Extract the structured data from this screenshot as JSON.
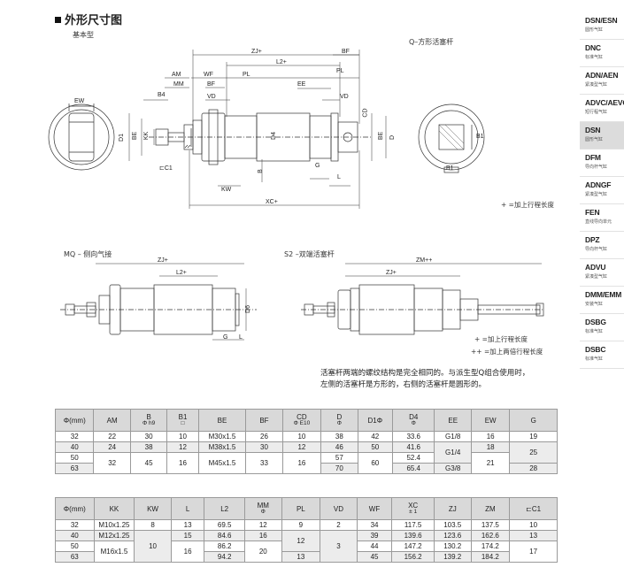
{
  "section_title": "外形尺寸图",
  "basic_type_label": "基本型",
  "q_label": "Q–方形活塞杆",
  "mq_label": "MQ – 侧向气接",
  "s2_label": "S2 –双端活塞杆",
  "dims_top": {
    "zj": "ZJ+",
    "bf": "BF",
    "l2": "L2+",
    "am": "AM",
    "wf": "WF",
    "pl": "PL",
    "mm": "MM",
    "bf2": "BF",
    "b4": "B4",
    "vd": "VD",
    "ee": "EE",
    "pl2": "PL",
    "vd2": "VD",
    "cd": "CD",
    "d1": "D1",
    "be": "BE",
    "kk": "KK",
    "d4": "D4",
    "b": "B",
    "g": "G",
    "l": "L",
    "c1": "⊏C1",
    "kw": "KW",
    "xc": "XC+",
    "ew": "EW",
    "be2": "BE",
    "d": "D",
    "b1": "B1",
    "b1b": "B1"
  },
  "dims_bottom": {
    "zj": "ZJ+",
    "l2": "L2+",
    "d6": "D6",
    "g": "G",
    "l": "L",
    "zm": "ZM++",
    "zj2": "ZJ+"
  },
  "legend_plus": "+ =加上行程长度",
  "legend_plus2": "+ =加上行程长度",
  "legend_plusplus": "++ =加上两倍行程长度",
  "note_line1": "活塞杆两端的螺纹结构是完全相同的。与派生型Q组合使用时，",
  "note_line2": "左侧的活塞杆是方形的，右侧的活塞杆是圆形的。",
  "sidebar": [
    {
      "code": "DSN/ESN",
      "desc": "圆形气缸"
    },
    {
      "code": "DNC",
      "desc": "标准气缸"
    },
    {
      "code": "ADN/AEN",
      "desc": "紧凑型气缸"
    },
    {
      "code": "ADVC/AEVC",
      "desc": "短行程气缸"
    },
    {
      "code": "DSN",
      "desc": "圆形气缸"
    },
    {
      "code": "DFM",
      "desc": "导向杆气缸"
    },
    {
      "code": "ADNGF",
      "desc": "紧凑型气缸"
    },
    {
      "code": "FEN",
      "desc": "直线导向单元"
    },
    {
      "code": "DPZ",
      "desc": "导向杆气缸"
    },
    {
      "code": "ADVU",
      "desc": "紧凑型气缸"
    },
    {
      "code": "DMM/EMM",
      "desc": "安装气缸"
    },
    {
      "code": "DSBG",
      "desc": "标准气缸"
    },
    {
      "code": "DSBC",
      "desc": "标准气缸"
    }
  ],
  "table1": {
    "headers": [
      "Φ(mm)",
      "AM",
      "B",
      "B1",
      "BE",
      "BF",
      "CD",
      "D",
      "D1Φ",
      "D4",
      "EE",
      "EW",
      "G"
    ],
    "subs": [
      "",
      "",
      "Φ h9",
      "□",
      "",
      "",
      "Φ E10",
      "Φ",
      "",
      "Φ",
      "",
      "",
      ""
    ],
    "rows": [
      [
        "32",
        "22",
        "30",
        "10",
        "M30x1.5",
        "26",
        "10",
        "38",
        "42",
        "33.6",
        "G1/8",
        "16",
        "19"
      ],
      [
        "40",
        "24",
        "38",
        "12",
        "M38x1.5",
        "30",
        "12",
        "46",
        "50",
        "41.6",
        "G1/4",
        "18",
        "25"
      ],
      [
        "50",
        "32",
        "45",
        "16",
        "M45x1.5",
        "33",
        "16",
        "57",
        "60",
        "52.4",
        "",
        "21",
        ""
      ],
      [
        "63",
        "",
        "",
        "",
        "",
        "",
        "",
        "70",
        "",
        "65.4",
        "G3/8",
        "",
        "28"
      ]
    ]
  },
  "table2": {
    "headers": [
      "Φ(mm)",
      "KK",
      "KW",
      "L",
      "L2",
      "MM",
      "PL",
      "VD",
      "WF",
      "XC",
      "ZJ",
      "ZM",
      "⊏C1"
    ],
    "subs": [
      "",
      "",
      "",
      "",
      "",
      "Φ",
      "",
      "",
      "",
      "± 1",
      "",
      "",
      ""
    ],
    "rows": [
      [
        "32",
        "M10x1.25",
        "8",
        "13",
        "69.5",
        "12",
        "9",
        "2",
        "34",
        "117.5",
        "103.5",
        "137.5",
        "10"
      ],
      [
        "40",
        "M12x1.25",
        "10",
        "15",
        "84.6",
        "16",
        "12",
        "3",
        "39",
        "139.6",
        "123.6",
        "162.6",
        "13"
      ],
      [
        "50",
        "M16x1.5",
        "",
        "16",
        "86.2",
        "20",
        "",
        "",
        "44",
        "147.2",
        "130.2",
        "174.2",
        "17"
      ],
      [
        "63",
        "",
        "",
        "",
        "94.2",
        "",
        "13",
        "",
        "45",
        "156.2",
        "139.2",
        "184.2",
        ""
      ]
    ]
  }
}
